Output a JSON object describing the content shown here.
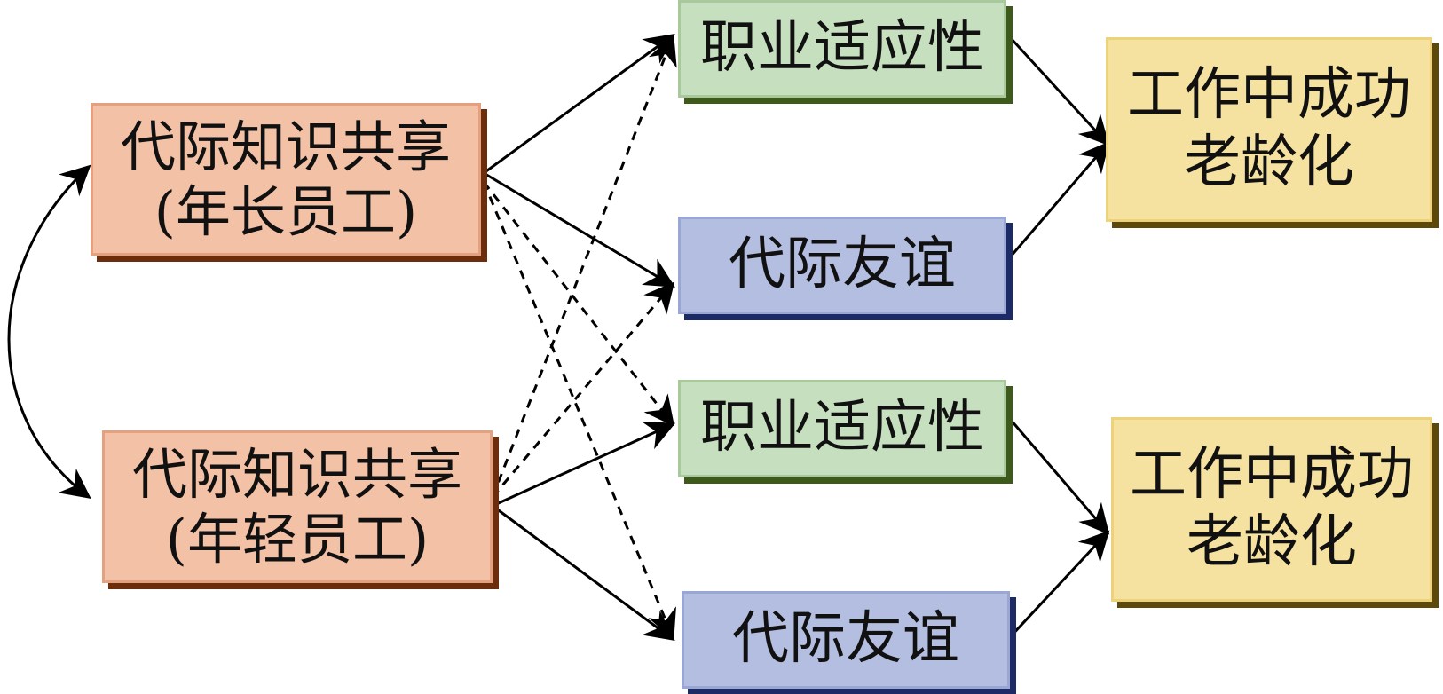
{
  "nodes": {
    "sharing_older": {
      "line1": "代际知识共享",
      "line2": "(年长员工)"
    },
    "sharing_younger": {
      "line1": "代际知识共享",
      "line2": "(年轻员工)"
    },
    "career_adapt_top": {
      "label": "职业适应性"
    },
    "friendship_top": {
      "label": "代际友谊"
    },
    "career_adapt_bottom": {
      "label": "职业适应性"
    },
    "friendship_bottom": {
      "label": "代际友谊"
    },
    "success_top": {
      "line1": "工作中成功",
      "line2": "老龄化"
    },
    "success_bottom": {
      "line1": "工作中成功",
      "line2": "老龄化"
    }
  },
  "colors": {
    "orange_fill": "#f2c1a6",
    "green_fill": "#c6dfbf",
    "blue_fill": "#b4bee0",
    "yellow_fill": "#f6e2a0",
    "arrow": "#000000"
  }
}
